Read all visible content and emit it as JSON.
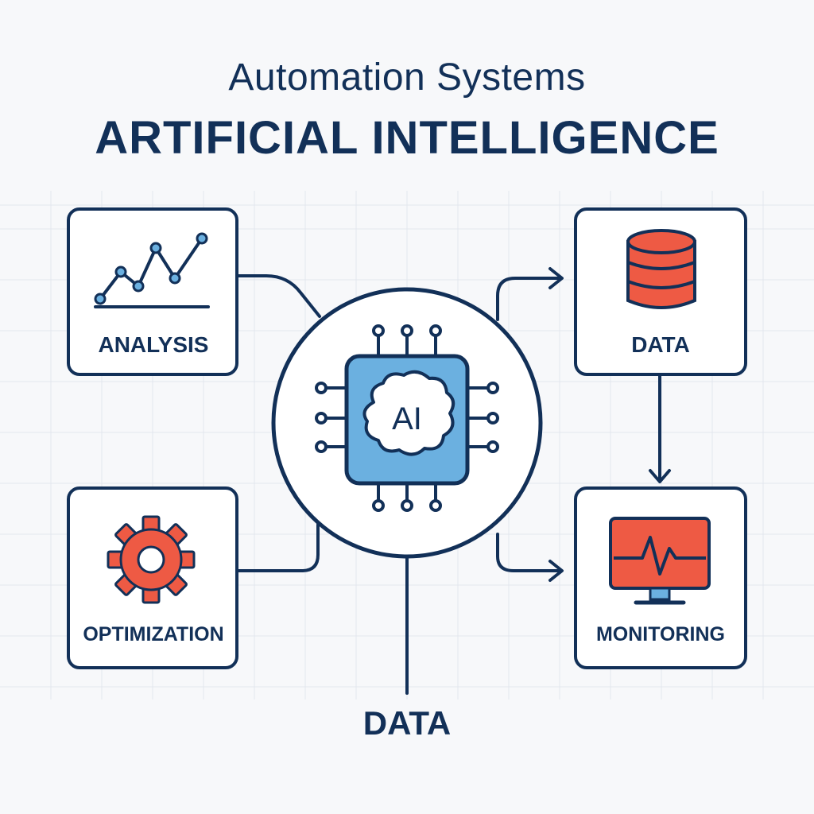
{
  "title": {
    "subtitle": "Automation Systems",
    "main": "ARTIFICIAL INTELLIGENCE"
  },
  "center": {
    "chip_label": "AI"
  },
  "nodes": {
    "analysis": "ANALYSIS",
    "optimization": "OPTIMIZATION",
    "data_top_right": "DATA",
    "monitoring": "MONITORING",
    "data_bottom": "DATA"
  },
  "colors": {
    "navy": "#123058",
    "accent_red": "#ee5a44",
    "chip_blue": "#6bb0e0",
    "background": "#f7f8fa",
    "grid": "#e3e7ee"
  },
  "icons": {
    "analysis": "line-chart-icon",
    "data": "database-icon",
    "optimization": "gear-icon",
    "monitoring": "monitor-pulse-icon",
    "center": "ai-chip-brain-icon"
  }
}
